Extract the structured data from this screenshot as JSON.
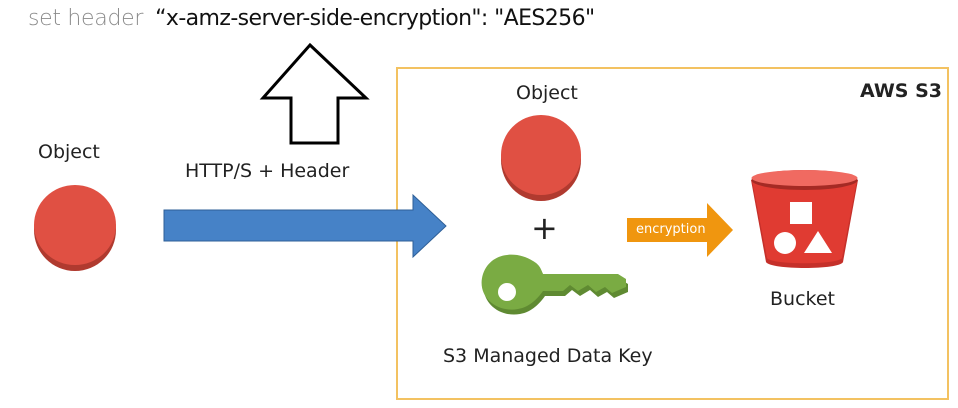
{
  "header": {
    "prefix": "set header",
    "value": "“x-amz-server-side-encryption\": \"AES256\""
  },
  "client": {
    "object_label": "Object",
    "transfer_label": "HTTP/S + Header"
  },
  "s3": {
    "title": "AWS S3",
    "object_label": "Object",
    "plus": "+",
    "key_label": "S3 Managed Data Key",
    "encryption_label": "encryption",
    "bucket_label": "Bucket"
  },
  "colors": {
    "object_red": "#e05043",
    "arrow_blue": "#4682c7",
    "arrow_orange": "#f0960f",
    "key_green": "#6f9e3a",
    "bucket_red": "#e03b32",
    "s3_border": "#f3c261"
  },
  "icons": {
    "header_arrow": "up-arrow-outline-icon",
    "transfer_arrow": "right-arrow-icon",
    "encryption_arrow": "right-arrow-icon",
    "key": "key-icon",
    "bucket": "bucket-icon"
  }
}
